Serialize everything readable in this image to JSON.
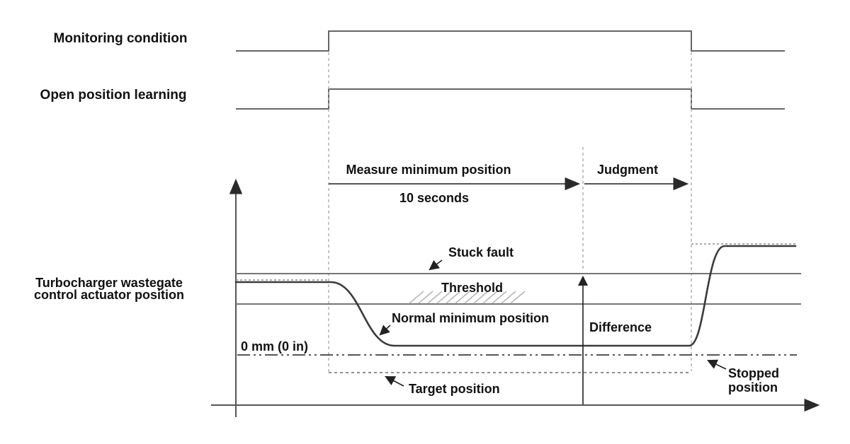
{
  "signals": {
    "monitoring_condition": "Monitoring condition",
    "open_position_learning": "Open position learning"
  },
  "axis": {
    "y_label_line1": "Turbocharger wastegate",
    "y_label_line2": "control actuator position",
    "zero_label": "0 mm (0 in)"
  },
  "phases": {
    "measure": "Measure minimum position",
    "measure_duration": "10 seconds",
    "judgment": "Judgment"
  },
  "annotations": {
    "stuck_fault": "Stuck fault",
    "threshold": "Threshold",
    "normal_minimum_position": "Normal minimum position",
    "difference": "Difference",
    "target_position": "Target position",
    "stopped_position_line1": "Stopped",
    "stopped_position_line2": "position"
  },
  "waveform_description": {
    "monitoring_condition": "low until learning start, high during measure+judgment window, low after",
    "open_position_learning": "low until learning start, high during measure+judgment window, low after",
    "actuator_position": "starts between thresholds, drops to normal minimum (0 mm) during 10 s measurement, rises above stuck-fault threshold to stopped position after judgment",
    "reference_lines": [
      "Stuck fault threshold (upper)",
      "Threshold (lower, hatched)",
      "0 mm (0 in) datum",
      "Target position (dotted)"
    ]
  },
  "colors": {
    "background": "#ffffff",
    "text": "#111111",
    "signal_line": "#666666",
    "curve_line": "#3a3a3a",
    "threshold_line": "#757575",
    "axis_line": "#555555",
    "dashed_guide": "#b0b0b0",
    "dotted_target": "#8f8f8f",
    "zero_line": "#1f1f1f",
    "hatch": "#b5b5b5",
    "arrow": "#222222"
  }
}
